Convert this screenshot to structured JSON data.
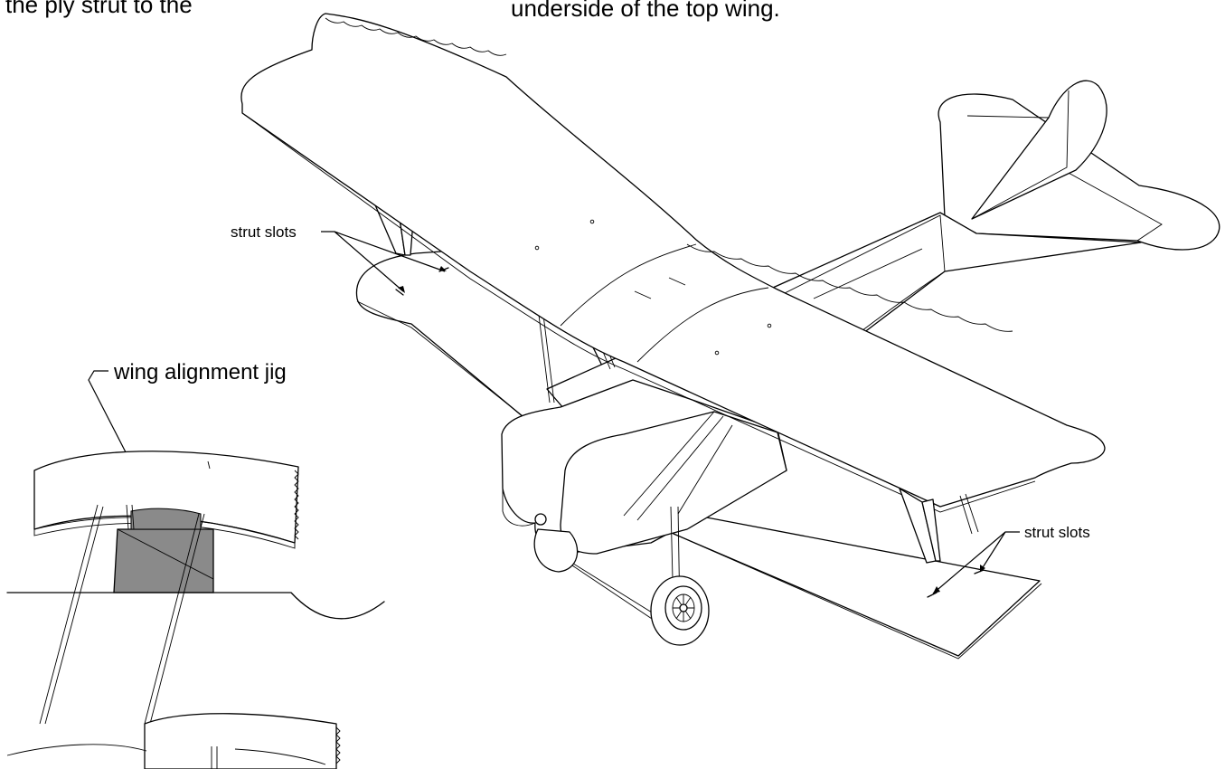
{
  "captions": {
    "top_left": "the ply strut to the",
    "top_center": "underside of the top wing."
  },
  "callouts": {
    "strut_slots_left": "strut slots",
    "strut_slots_right": "strut slots",
    "wing_alignment_jig": "wing alignment jig"
  },
  "colors": {
    "line": "#000000",
    "jig_fill": "#8a8a8a",
    "background": "#ffffff"
  }
}
